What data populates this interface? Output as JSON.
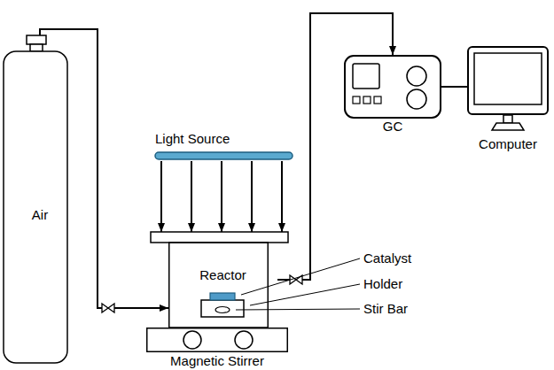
{
  "diagram": {
    "nodes": [
      {
        "text": [
          "Air"
        ]
      },
      {
        "text": [
          "Light Source"
        ]
      },
      {
        "text": [
          "GC"
        ]
      },
      {
        "text": [
          "Computer"
        ]
      },
      {
        "text": [
          "Reactor"
        ]
      },
      {
        "text": [
          "Magnetic Stirrer"
        ]
      }
    ],
    "edges": [
      {
        "from": 0,
        "to": 4,
        "arrow": "to"
      },
      {
        "from": 1,
        "to": 4,
        "arrow": "to"
      },
      {
        "from": 1,
        "to": 4,
        "arrow": "to"
      },
      {
        "from": 1,
        "to": 4,
        "arrow": "to"
      },
      {
        "from": 1,
        "to": 4,
        "arrow": "to"
      },
      {
        "from": 1,
        "to": 4,
        "arrow": "to"
      },
      {
        "from": 4,
        "to": 2,
        "arrow": "to"
      },
      {
        "from": 2,
        "to": 3,
        "arrow": "none"
      }
    ],
    "labels": [
      "Catalyst",
      "Holder",
      "Stir Bar"
    ]
  }
}
